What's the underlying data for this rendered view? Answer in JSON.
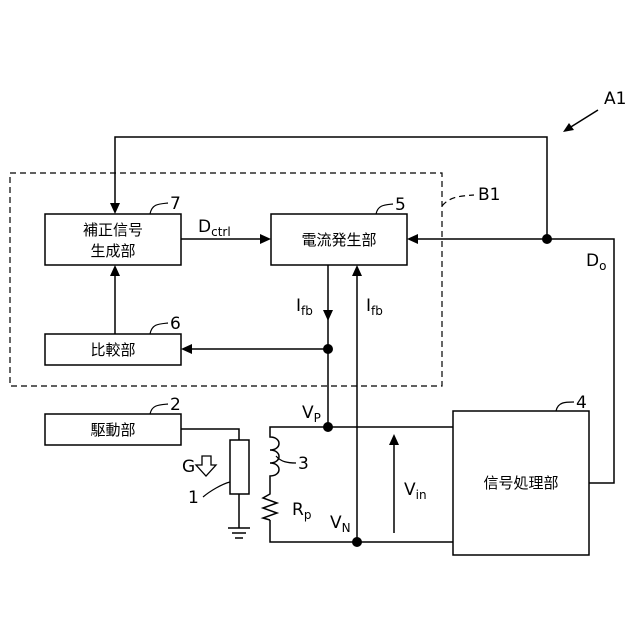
{
  "blocks": {
    "correction": {
      "line1": "補正信号",
      "line2": "生成部",
      "ref": "7"
    },
    "current_gen": {
      "label": "電流発生部",
      "ref": "5"
    },
    "comparator": {
      "label": "比較部",
      "ref": "6"
    },
    "driver": {
      "label": "駆動部",
      "ref": "2"
    },
    "processor": {
      "label": "信号処理部",
      "ref": "4"
    }
  },
  "refs": {
    "device": "A1",
    "dashed_block": "B1",
    "sensor": "1",
    "coil": "3"
  },
  "signals": {
    "dctrl": {
      "main": "D",
      "sub": "ctrl"
    },
    "do": {
      "main": "D",
      "sub": "o"
    },
    "ifb_left": {
      "main": "I",
      "sub": "fb"
    },
    "ifb_right": {
      "main": "I",
      "sub": "fb"
    },
    "vp": {
      "main": "V",
      "sub": "P"
    },
    "vn": {
      "main": "V",
      "sub": "N"
    },
    "vin": {
      "main": "V",
      "sub": "in"
    },
    "rp": {
      "main": "R",
      "sub": "p"
    },
    "g": {
      "main": "G"
    }
  }
}
